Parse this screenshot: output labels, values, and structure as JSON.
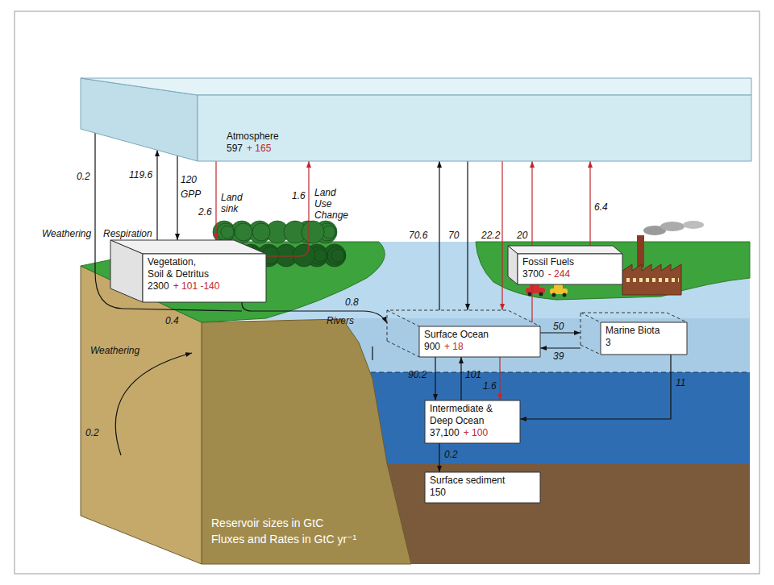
{
  "diagram": {
    "nodes": [
      {
        "text": [
          "Atmosphere",
          "597",
          "+ 165"
        ]
      },
      {
        "text": [
          "Vegetation, Soil & Detritus",
          "2300",
          "+ 101 -140"
        ]
      },
      {
        "text": [
          "Fossil Fuels",
          "3700",
          "- 244"
        ]
      },
      {
        "text": [
          "Surface Ocean",
          "900",
          "+ 18"
        ]
      },
      {
        "text": [
          "Marine Biota",
          "3"
        ]
      },
      {
        "text": [
          "Intermediate & Deep Ocean",
          "37,100",
          "+ 100"
        ]
      },
      {
        "text": [
          "Surface sediment",
          "150"
        ]
      }
    ],
    "edges": [
      {
        "from": 1,
        "to": 0,
        "arrow": "to",
        "label": "119.6"
      },
      {
        "from": 0,
        "to": 1,
        "arrow": "to",
        "label": "120"
      },
      {
        "from": 0,
        "to": 1,
        "arrow": "to",
        "label": "2.6"
      },
      {
        "from": 1,
        "to": 0,
        "arrow": "to",
        "label": "1.6"
      },
      {
        "from": 3,
        "to": 0,
        "arrow": "to",
        "label": "70.6"
      },
      {
        "from": 0,
        "to": 3,
        "arrow": "to",
        "label": "70"
      },
      {
        "from": 0,
        "to": 3,
        "arrow": "to",
        "label": "22.2"
      },
      {
        "from": 3,
        "to": 0,
        "arrow": "to",
        "label": "20"
      },
      {
        "from": 2,
        "to": 0,
        "arrow": "to",
        "label": "6.4"
      },
      {
        "from": 1,
        "to": 3,
        "arrow": "to",
        "label": "0.8"
      },
      {
        "from": 3,
        "to": 4,
        "arrow": "to",
        "label": "50"
      },
      {
        "from": 4,
        "to": 3,
        "arrow": "to",
        "label": "39"
      },
      {
        "from": 3,
        "to": 5,
        "arrow": "to",
        "label": "90.2"
      },
      {
        "from": 5,
        "to": 3,
        "arrow": "to",
        "label": "101"
      },
      {
        "from": 3,
        "to": 5,
        "arrow": "to",
        "label": "1.6"
      },
      {
        "from": 4,
        "to": 5,
        "arrow": "to",
        "label": "11"
      },
      {
        "from": 5,
        "to": 6,
        "arrow": "to",
        "label": "0.2"
      }
    ],
    "labels": [
      "0.2",
      "Weathering",
      "Respiration",
      "GPP",
      "Land sink",
      "Land Use Change",
      "0.4",
      "Rivers",
      "Weathering",
      "0.2",
      "Reservoir sizes in GtC",
      "Fluxes and Rates in GtC yr⁻¹"
    ]
  }
}
